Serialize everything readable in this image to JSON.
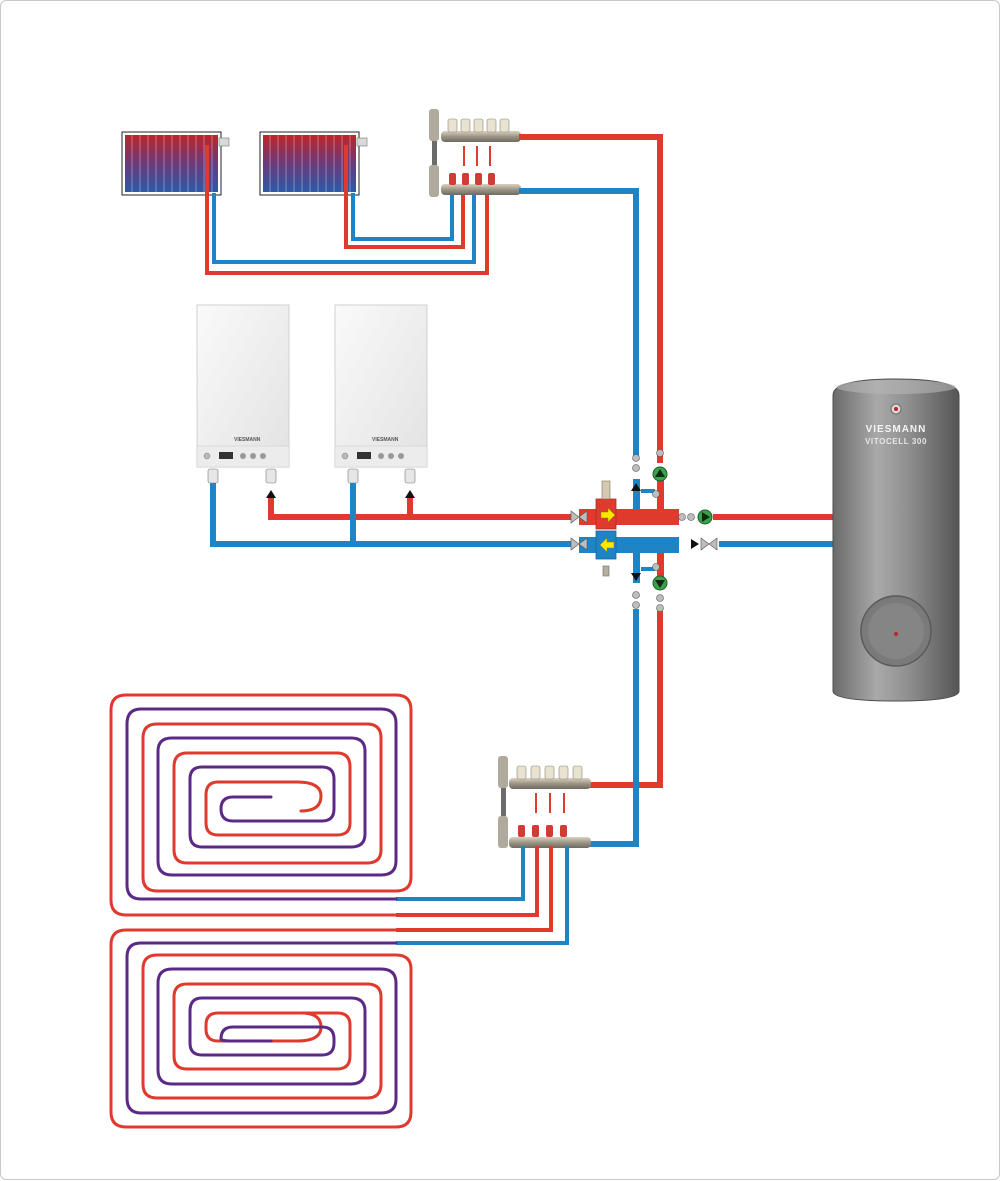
{
  "colors": {
    "supply": "#e03a2f",
    "return": "#1f84c6",
    "floor_loop": "#5b2a86",
    "tank_body": "#8e8e8e",
    "boiler_casing": "#f4f4f4"
  },
  "storage_tank": {
    "brand": "VIESMANN",
    "model": "VITOCELL 300"
  },
  "boilers": [
    {
      "brand": "VIESMANN"
    },
    {
      "brand": "VIESMANN"
    }
  ],
  "legend": {
    "hydraulic_separator_arrow_supply": "arrow-right",
    "hydraulic_separator_arrow_return": "arrow-left"
  }
}
